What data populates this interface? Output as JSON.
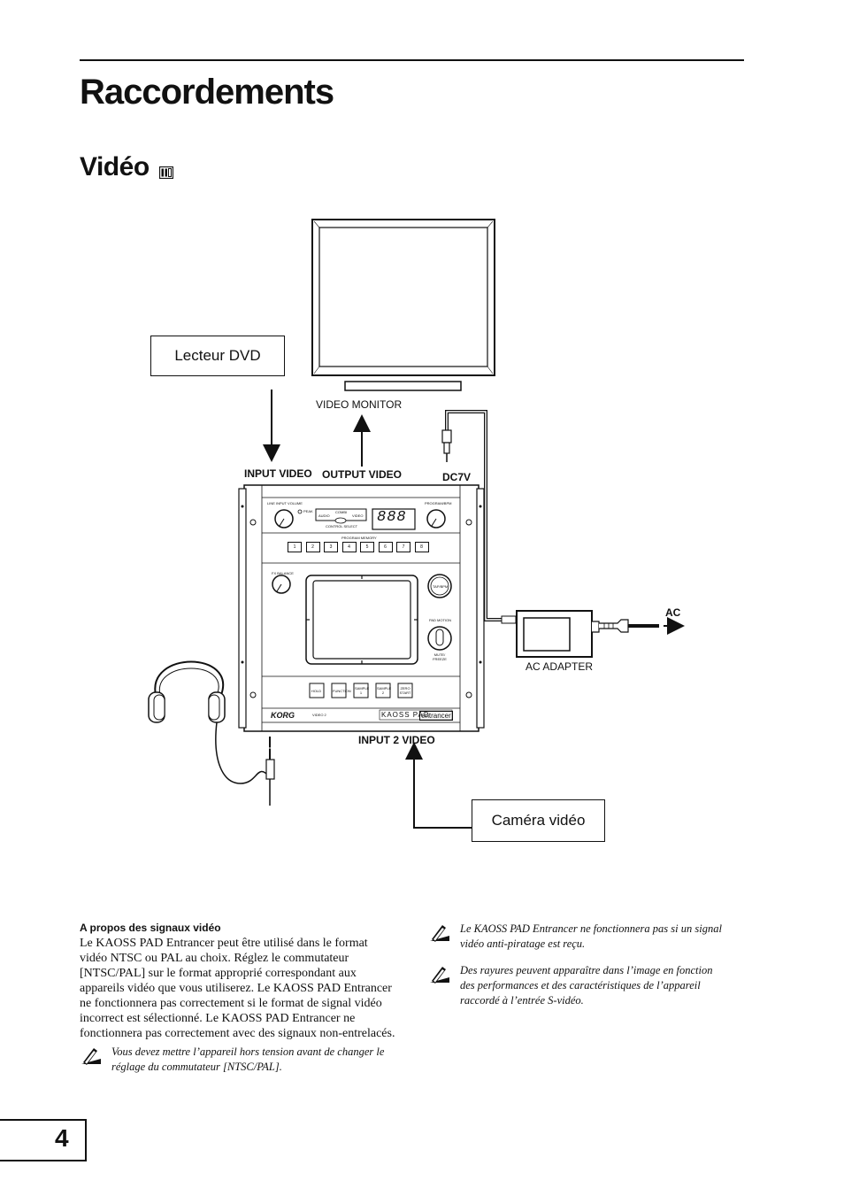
{
  "header": {
    "title": "Raccordements",
    "subtitle": "Vidéo"
  },
  "diagram": {
    "dvd_label": "Lecteur DVD",
    "monitor_label": "VIDEO MONITOR",
    "input_video": "INPUT VIDEO",
    "output_video": "OUTPUT VIDEO",
    "dc7v": "DC7V",
    "ac": "AC",
    "ac_adapter": "AC ADAPTER",
    "input2_video": "INPUT 2 VIDEO",
    "camera_label": "Caméra vidéo",
    "device_brand": "KORG",
    "device_model": "KAOSS PAD",
    "device_model_suffix": "entrancer",
    "device_display": "888",
    "panel_labels": {
      "line_input_volume": "LINE INPUT VOLUME",
      "peak": "PEAK",
      "audio": "AUDIO",
      "combi": "COMBI",
      "video": "VIDEO",
      "control_select": "CONTROL SELECT",
      "program_bpm": "PROGRAM/BPM",
      "program_memory": "PROGRAM MEMORY",
      "fx_balance": "FX BALANCE",
      "tap_bpm": "TAP/BPM",
      "pad_motion": "PAD MOTION",
      "mute_freeze": "MUTE/ FREEZE",
      "hold": "HOLD",
      "function": "FUNCTION",
      "sample1": "SAMPLE 1",
      "sample2": "SAMPLE 2",
      "zero_start": "ZERO START",
      "video2": "VIDEO 2"
    },
    "memory_buttons": [
      "1",
      "2",
      "3",
      "4",
      "5",
      "6",
      "7",
      "8"
    ]
  },
  "about": {
    "heading": "A propos des signaux vidéo",
    "body": "Le KAOSS PAD Entrancer peut être utilisé dans le format vidéo NTSC ou PAL au choix. Réglez le commutateur [NTSC/PAL] sur le format approprié correspondant aux appareils vidéo que vous utiliserez. Le KAOSS PAD Entrancer ne fonctionnera pas correctement si le format de signal vidéo incorrect est sélectionné. Le KAOSS PAD Entrancer ne fonctionnera pas correctement avec des signaux non-entrelacés.",
    "note": "Vous devez mettre l’appareil hors tension avant de changer le réglage du commutateur [NTSC/PAL]."
  },
  "notes": [
    "Le KAOSS PAD Entrancer ne fonctionnera pas si un signal vidéo anti-piratage est reçu.",
    "Des rayures peuvent apparaître dans l’image en fonction des performances et des caractéristiques de l’appareil raccordé à l’entrée S-vidéo."
  ],
  "footer": {
    "page_number": "4"
  }
}
